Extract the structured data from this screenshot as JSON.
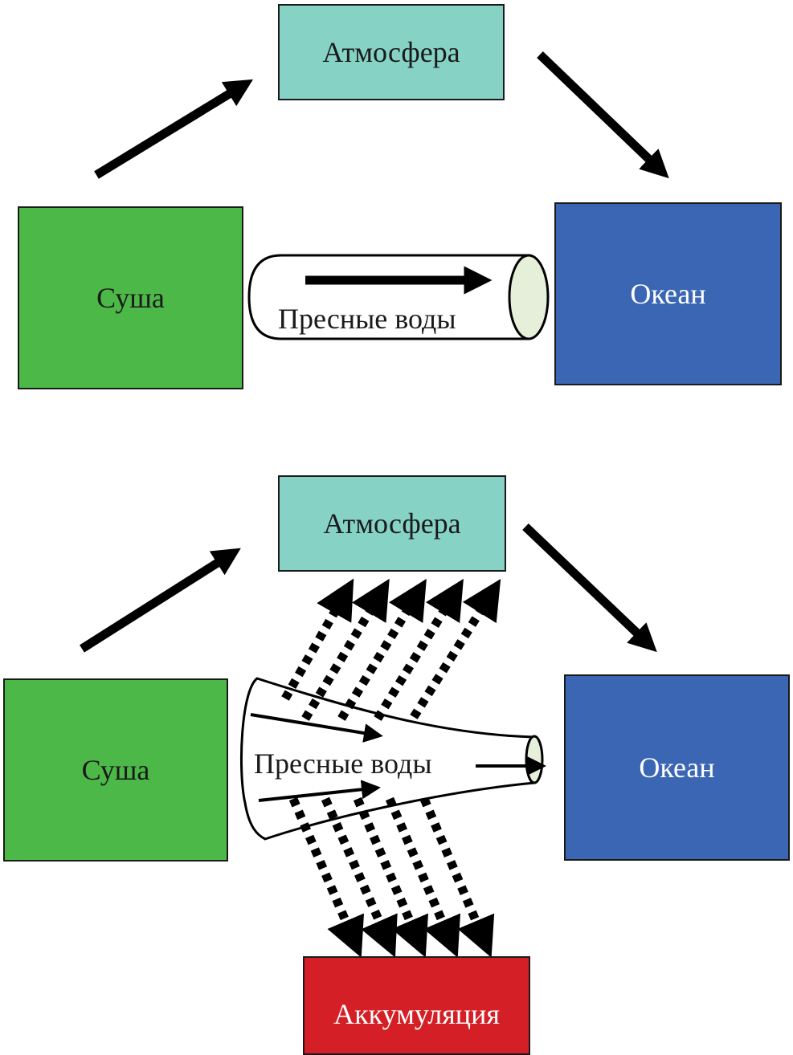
{
  "panels": [
    {
      "id": "top",
      "atmosphere": "Атмосфера",
      "land": "Суша",
      "ocean": "Океан",
      "freshwater": "Пресные воды"
    },
    {
      "id": "bottom",
      "atmosphere": "Атмосфера",
      "land": "Суша",
      "ocean": "Океан",
      "freshwater": "Пресные воды",
      "accumulation": "Аккумуляция"
    }
  ],
  "colors": {
    "atmosphere": "#86d3c6",
    "land": "#4cb848",
    "ocean": "#3a66b3",
    "accumulation": "#d41f26",
    "pipe_end": "#e6efd9"
  }
}
